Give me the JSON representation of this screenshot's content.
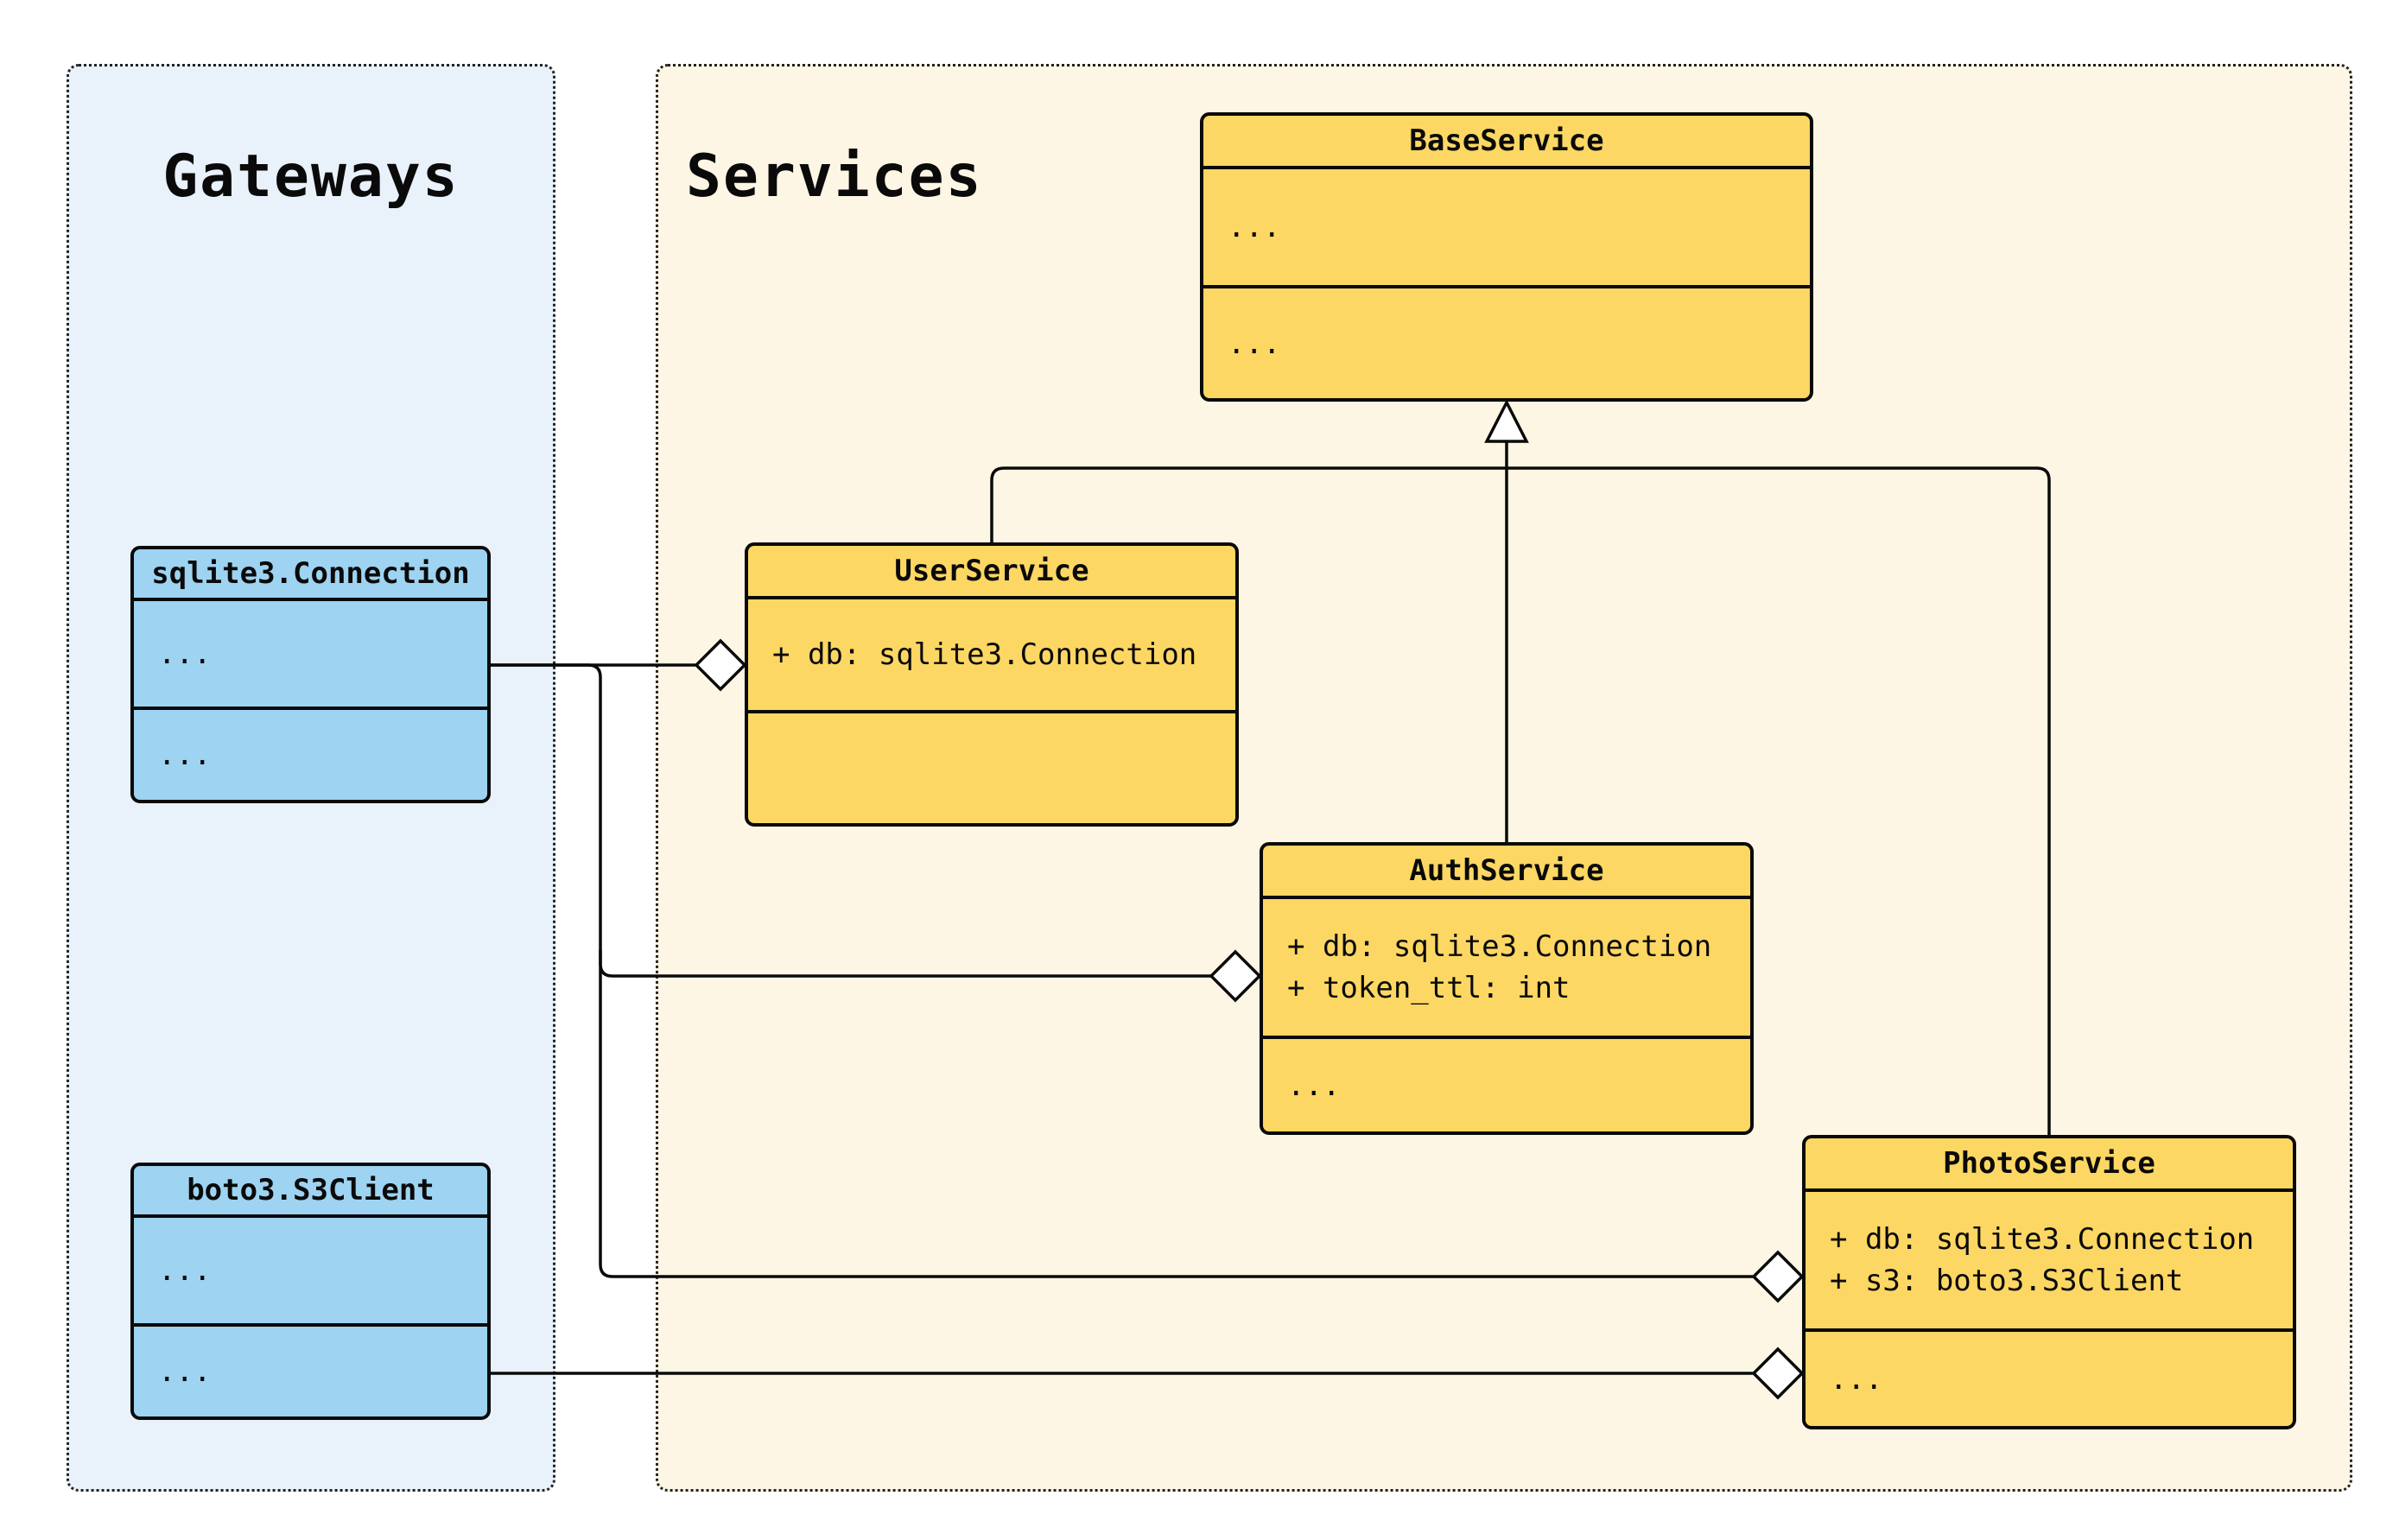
{
  "panels": {
    "gateways": {
      "title": "Gateways"
    },
    "services": {
      "title": "Services"
    }
  },
  "classes": {
    "base_service": {
      "name": "BaseService",
      "attributes": [
        "..."
      ],
      "methods": [
        "..."
      ]
    },
    "user_service": {
      "name": "UserService",
      "attributes": [
        "+ db: sqlite3.Connection"
      ],
      "methods": []
    },
    "auth_service": {
      "name": "AuthService",
      "attributes": [
        "+ db: sqlite3.Connection",
        "+ token_ttl: int"
      ],
      "methods": [
        "..."
      ]
    },
    "photo_service": {
      "name": "PhotoService",
      "attributes": [
        "+ db: sqlite3.Connection",
        "+ s3: boto3.S3Client"
      ],
      "methods": [
        "..."
      ]
    },
    "sqlite3_connection": {
      "name": "sqlite3.Connection",
      "attributes": [
        "..."
      ],
      "methods": [
        "..."
      ]
    },
    "boto3_s3client": {
      "name": "boto3.S3Client",
      "attributes": [
        "..."
      ],
      "methods": [
        "..."
      ]
    }
  },
  "relationships": {
    "inheritance": [
      {
        "child": "UserService",
        "parent": "BaseService"
      },
      {
        "child": "AuthService",
        "parent": "BaseService"
      },
      {
        "child": "PhotoService",
        "parent": "BaseService"
      }
    ],
    "aggregation": [
      {
        "whole": "UserService",
        "part": "sqlite3.Connection"
      },
      {
        "whole": "AuthService",
        "part": "sqlite3.Connection"
      },
      {
        "whole": "PhotoService",
        "part": "sqlite3.Connection"
      },
      {
        "whole": "PhotoService",
        "part": "boto3.S3Client"
      }
    ]
  },
  "colors": {
    "service_class_fill": "#fcd763",
    "gateway_class_fill": "#9ed3f1",
    "gateways_panel_bg": "#e9f1fb",
    "services_panel_bg": "#fdf6e4",
    "outline": "#0a0a0a",
    "canvas_bg": "#ffffff"
  }
}
